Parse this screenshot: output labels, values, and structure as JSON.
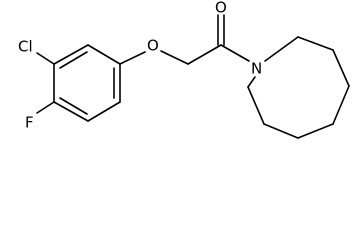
{
  "molecule": {
    "atoms": {
      "chlorine": "Cl",
      "fluorine": "F",
      "ether_oxygen": "O",
      "carbonyl_oxygen": "O",
      "nitrogen": "N"
    }
  }
}
